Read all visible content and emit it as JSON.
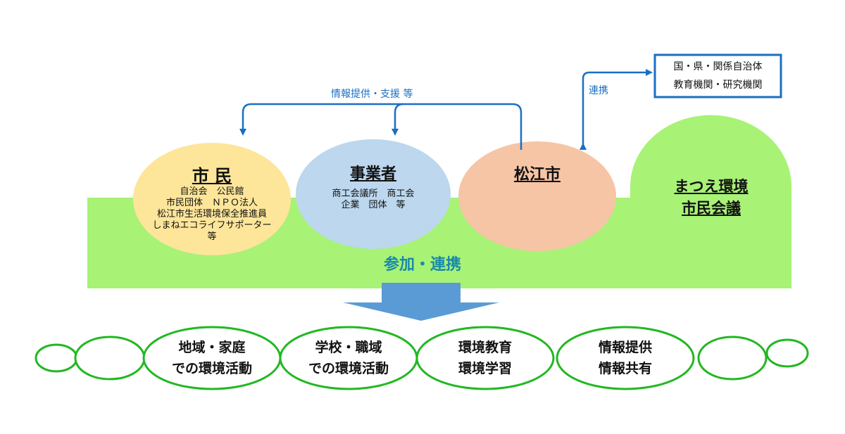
{
  "top_arrow_label": "情報提供・支援 等",
  "side_arrow_label": "連携",
  "external_box": {
    "line1": "国・県・関係自治体",
    "line2": "教育機関・研究機関"
  },
  "groups": {
    "citizens": {
      "title": "市 民",
      "lines": [
        "自治会　公民館",
        "市民団体　ＮＰＯ法人",
        "松江市生活環境保全推進員",
        "しまねエコライフサポーター",
        "等"
      ]
    },
    "business": {
      "title": "事業者",
      "lines": [
        "商工会議所　商工会",
        "企業　団体　等"
      ]
    },
    "city": {
      "title": "松江市"
    },
    "council": {
      "title_line1": "まつえ環境",
      "title_line2": "市民会議"
    }
  },
  "band_label": "参加・連携",
  "activities": [
    {
      "line1": "地域・家庭",
      "line2": "での環境活動"
    },
    {
      "line1": "学校・職域",
      "line2": "での環境活動"
    },
    {
      "line1": "環境教育",
      "line2": "環境学習"
    },
    {
      "line1": "情報提供",
      "line2": "情報共有"
    }
  ],
  "colors": {
    "band_green": "#a8f276",
    "citizens_yellow": "#fde59a",
    "business_blue": "#bcd7ee",
    "city_peach": "#f6c5a5",
    "arrow_blue": "#1a6fc4",
    "down_arrow_blue": "#5b9bd5",
    "oval_green": "#22b822",
    "band_text_teal": "#1a8aa8"
  }
}
